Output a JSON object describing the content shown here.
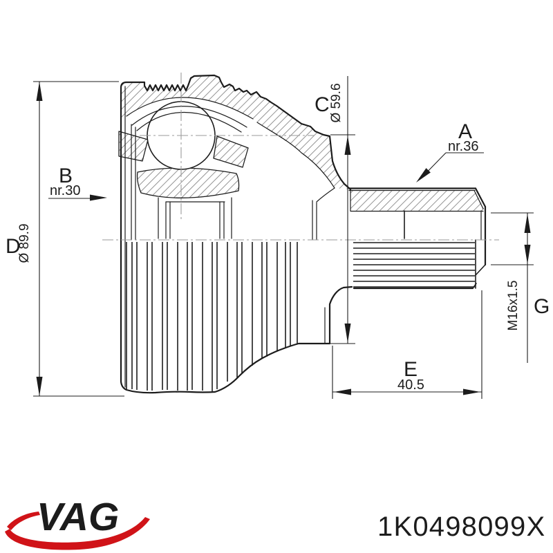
{
  "part_number": "1K0498099X",
  "branding": {
    "logo_text": "VAG",
    "logo_color": "#d01318"
  },
  "dimensions": {
    "A": {
      "letter": "A",
      "value": "nr.36"
    },
    "B": {
      "letter": "B",
      "value": "nr.30"
    },
    "C": {
      "letter": "C",
      "value": "Ø 59.6"
    },
    "D": {
      "letter": "D",
      "value": "Ø 89.9"
    },
    "E": {
      "letter": "E",
      "value": "40.5"
    },
    "G": {
      "letter": "G",
      "value": "M16x1.5"
    }
  },
  "colors": {
    "background": "#ffffff",
    "line": "#1c1c1c",
    "hatch": "#949494",
    "centerline": "#9a9a9a",
    "part_number_color": "#2e2e2e"
  }
}
